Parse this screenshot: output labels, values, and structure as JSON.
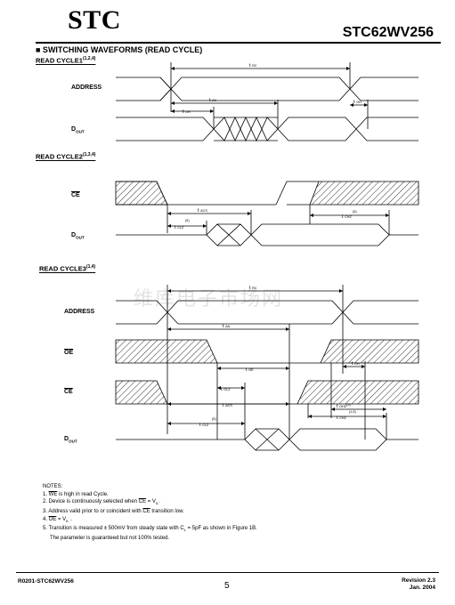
{
  "header": {
    "logo": "STC",
    "part_number": "STC62WV256"
  },
  "section_title": "■ SWITCHING  WAVEFORMS (READ  CYCLE)",
  "cycles": [
    {
      "title": "READ  CYCLE1",
      "refs": "(1,2,4)"
    },
    {
      "title": "READ  CYCLE2",
      "refs": "(1,3,4)"
    },
    {
      "title": "READ  CYCLE3",
      "refs": "(1,4)"
    }
  ],
  "signals": {
    "address": "ADDRESS",
    "dout": "D",
    "dout_sub": "OUT",
    "ce": "CE",
    "oe": "OE"
  },
  "timing": {
    "t": "t",
    "rc": "RC",
    "aa": "AA",
    "oh": "OH",
    "acs": "ACS",
    "clz": "CLZ",
    "chz": "CHZ",
    "oe": "OE",
    "olz": "OLZ",
    "ohz": "OHZ",
    "note5": "(5)",
    "note15": "(1,5)"
  },
  "watermark": "维库电子市场网",
  "notes": {
    "title": "NOTES:",
    "n1_pre": "1. ",
    "n1_sig": "WE",
    "n1_post": " is high in read Cycle.",
    "n2_pre": "2. Device is continuously selected when ",
    "n2_sig": "CE",
    "n2_post": " = V",
    "n2_sub": "IL",
    "n2_end": ".",
    "n3_pre": "3. Address valid prior to or coincident with ",
    "n3_sig": "CE",
    "n3_post": " transition low.",
    "n4_pre": "4. ",
    "n4_sig": "OE",
    "n4_post": " = V",
    "n4_sub": "IL",
    "n4_end": " .",
    "n5_a": "5. Transition is measured ± 500mV from steady state with C",
    "n5_sub": "L",
    "n5_b": " = 5pF as shown in Figure 1B.",
    "n5_c": "The parameter is guaranteed but not 100% tested."
  },
  "footer": {
    "doc_id": "R0201-STC62WV256",
    "page": "5",
    "revision": "Revision 2.3",
    "date": "Jan.    2004"
  }
}
